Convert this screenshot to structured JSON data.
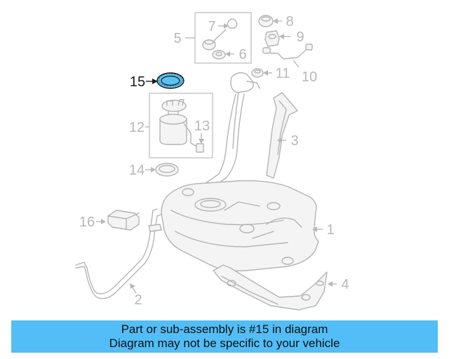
{
  "diagram": {
    "parts": [
      {
        "number": "1"
      },
      {
        "number": "2"
      },
      {
        "number": "3"
      },
      {
        "number": "4"
      },
      {
        "number": "5"
      },
      {
        "number": "6"
      },
      {
        "number": "7"
      },
      {
        "number": "8"
      },
      {
        "number": "9"
      },
      {
        "number": "10"
      },
      {
        "number": "11"
      },
      {
        "number": "12"
      },
      {
        "number": "13"
      },
      {
        "number": "14"
      },
      {
        "number": "15"
      },
      {
        "number": "16"
      }
    ],
    "highlighted_part": "15",
    "colors": {
      "highlight_fill": "#5bc2f3",
      "highlight_stroke": "#1a1a1a",
      "part_stroke": "#b4b4b4",
      "banner": "#52bdf6"
    }
  },
  "banner": {
    "line1": "Part or sub-assembly is #15 in diagram",
    "line2": "Diagram may not be specific to your vehicle"
  }
}
